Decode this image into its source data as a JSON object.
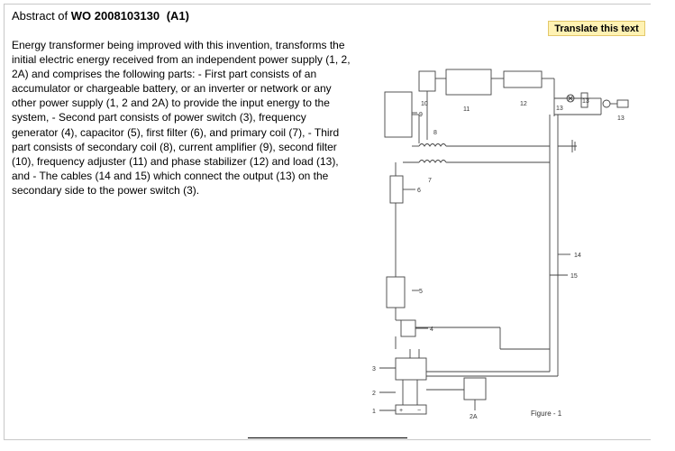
{
  "header": {
    "prefix": "Abstract of",
    "doc_id": "WO 2008103130",
    "kind": "(A1)"
  },
  "translate_label": "Translate this text",
  "abstract_text": "Energy transformer being improved with this invention, transforms the initial electric energy received from an independent power supply (1, 2, 2A) and comprises the following parts: - First part consists of an accumulator or chargeable battery, or an inverter or network or any other power supply (1, 2 and 2A) to provide the input energy to the system, - Second part consists of power switch (3), frequency generator (4), capacitor (5), first filter (6), and primary coil (7), - Third part consists of secondary coil (8), current amplifier (9), second filter (10), frequency adjuster (11) and phase stabilizer (12) and load (13), and - The cables (14 and 15) which connect the output (13) on the secondary side to the power switch (3).",
  "figure": {
    "caption": "Figure - 1",
    "labels": {
      "l1": "1",
      "l2": "2",
      "l2a": "2A",
      "l3": "3",
      "l4": "4",
      "l5": "5",
      "l6": "6",
      "l7": "7",
      "l8": "8",
      "l9": "9",
      "l10": "10",
      "l11": "11",
      "l12": "12",
      "l13a": "13",
      "l13b": "13",
      "l13c": "13",
      "l14": "14",
      "l15": "15",
      "plus": "+",
      "minus": "−"
    }
  }
}
